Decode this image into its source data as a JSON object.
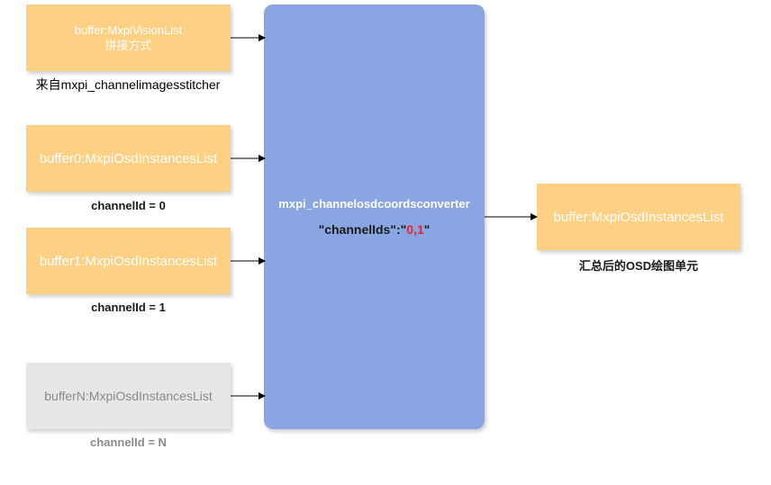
{
  "input_stitch": {
    "line1": "buffer:MxpiVisionList",
    "line2": "拼接方式",
    "caption": "来自mxpi_channelimagesstitcher"
  },
  "input0": {
    "label": "buffer0:MxpiOsdInstancesList",
    "caption": "channelId = 0"
  },
  "input1": {
    "label": "buffer1:MxpiOsdInstancesList",
    "caption": "channelId = 1"
  },
  "inputN": {
    "label": "bufferN:MxpiOsdInstancesList",
    "caption": "channelId = N"
  },
  "converter": {
    "name": "mxpi_channelosdcoordsconverter",
    "prop_open": "\"channelIds\":\"",
    "prop_value": "0,1",
    "prop_close": "\""
  },
  "output": {
    "label": "buffer:MxpiOsdInstancesList",
    "caption": "汇总后的OSD绘图单元"
  },
  "colors": {
    "input_box": "#fdd083",
    "disabled_box": "#e7e7e7",
    "converter_box": "#8aa6e2",
    "highlight": "#e8232d"
  }
}
